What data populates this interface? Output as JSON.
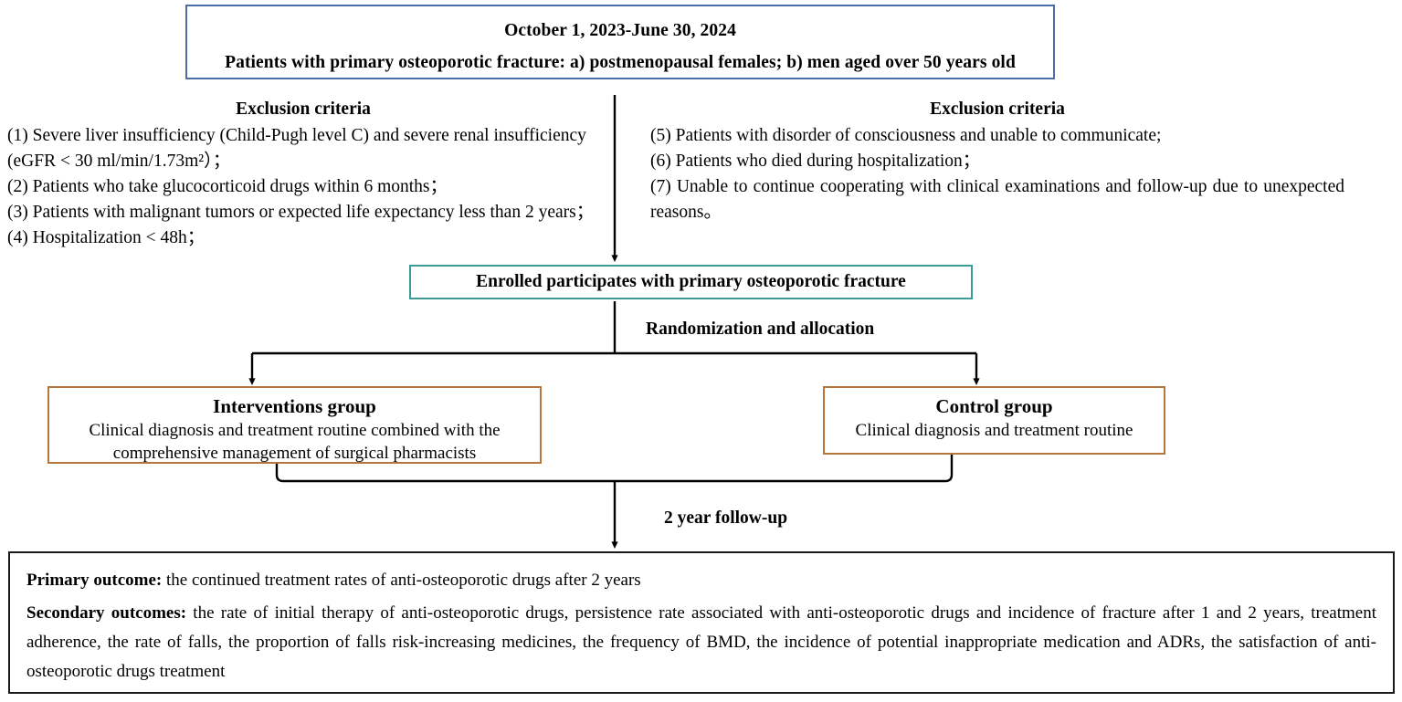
{
  "diagram": {
    "title_box": {
      "line1": "October 1, 2023-June 30, 2024",
      "line2": "Patients with primary osteoporotic fracture: a) postmenopausal females; b) men aged over 50 years old"
    },
    "exclusion_left": {
      "heading": "Exclusion criteria",
      "items": [
        "(1) Severe liver insufficiency (Child-Pugh level C) and severe renal insufficiency (eGFR < 30 ml/min/1.73m²）；",
        "(2) Patients who take glucocorticoid drugs within 6 months；",
        "(3) Patients with malignant tumors or expected life expectancy less than 2 years；",
        "(4) Hospitalization < 48h；"
      ]
    },
    "exclusion_right": {
      "heading": "Exclusion criteria",
      "items": [
        "(5) Patients with disorder of consciousness and unable to communicate;",
        "(6) Patients who died during hospitalization；",
        "(7) Unable to continue cooperating with clinical examinations and follow-up due to unexpected reasons。"
      ]
    },
    "enrolled_box": {
      "text": "Enrolled participates with primary osteoporotic fracture"
    },
    "randomization_label": "Randomization and allocation",
    "interventions_group": {
      "title": "Interventions group",
      "description": "Clinical diagnosis and treatment routine combined with the comprehensive management of surgical pharmacists"
    },
    "control_group": {
      "title": "Control group",
      "description": "Clinical diagnosis and treatment routine"
    },
    "followup_label": "2 year follow-up",
    "outcomes_box": {
      "primary_label": "Primary outcome:",
      "primary_text": " the continued treatment rates of anti-osteoporotic drugs after 2 years",
      "secondary_label": "Secondary outcomes:",
      "secondary_text": " the rate of initial therapy of anti-osteoporotic drugs, persistence rate associated with anti-osteoporotic drugs and incidence of fracture after 1 and 2 years, treatment adherence, the rate of falls, the proportion of falls risk-increasing medicines, the frequency of BMD, the incidence of potential inappropriate medication and ADRs, the satisfaction of anti-osteoporotic drugs treatment"
    },
    "colors": {
      "title_box_border": "#4a6fa8",
      "enrolled_box_border": "#3d9b96",
      "group_box_border": "#b5763d",
      "outcomes_box_border": "#1a1a1a",
      "connector": "#000000",
      "background": "#ffffff"
    }
  }
}
